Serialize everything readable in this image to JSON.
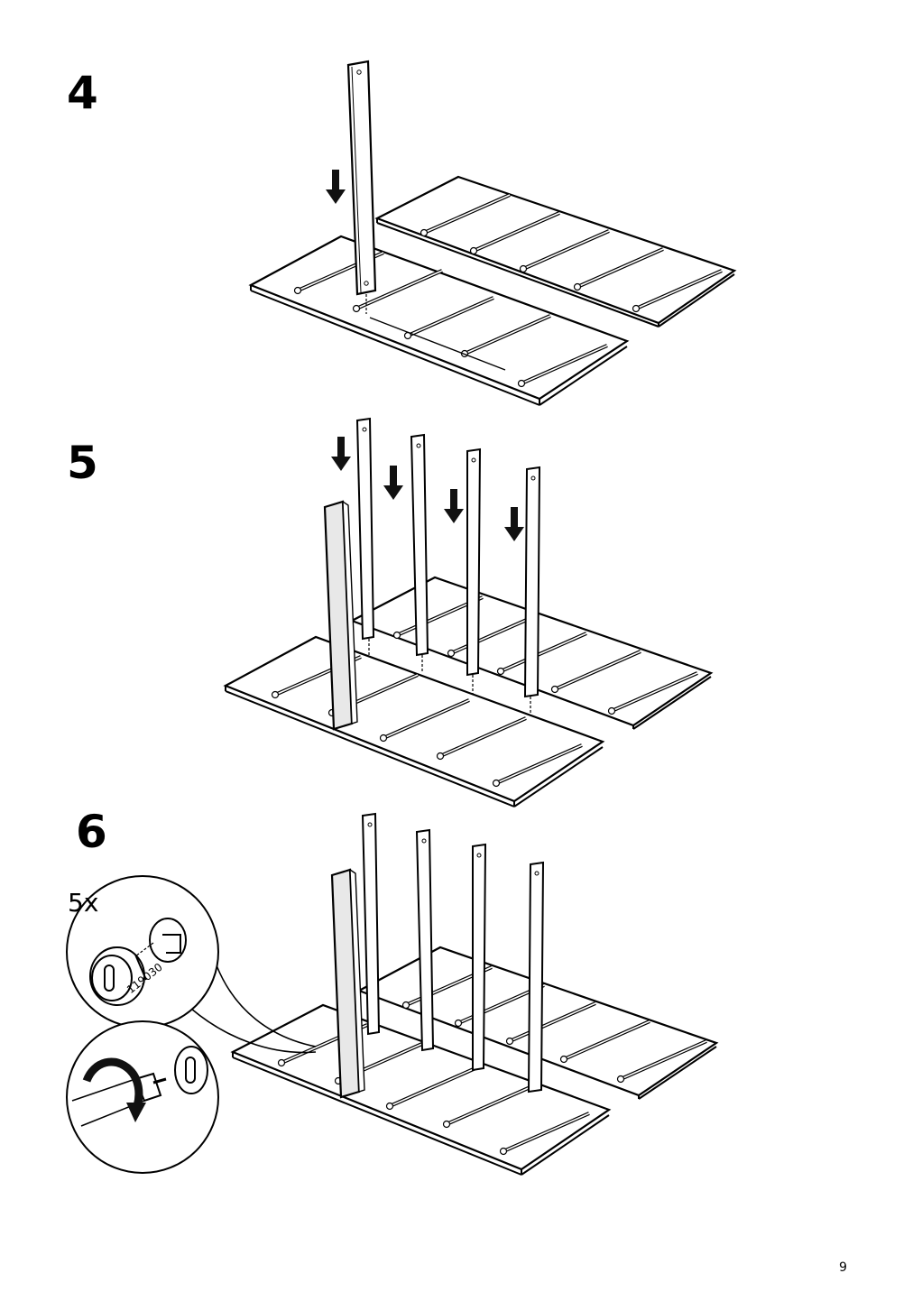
{
  "page": {
    "number": "9"
  },
  "steps": [
    {
      "number": "4"
    },
    {
      "number": "5"
    },
    {
      "number": "6",
      "quantity": "5x",
      "part_number": "119030"
    }
  ]
}
